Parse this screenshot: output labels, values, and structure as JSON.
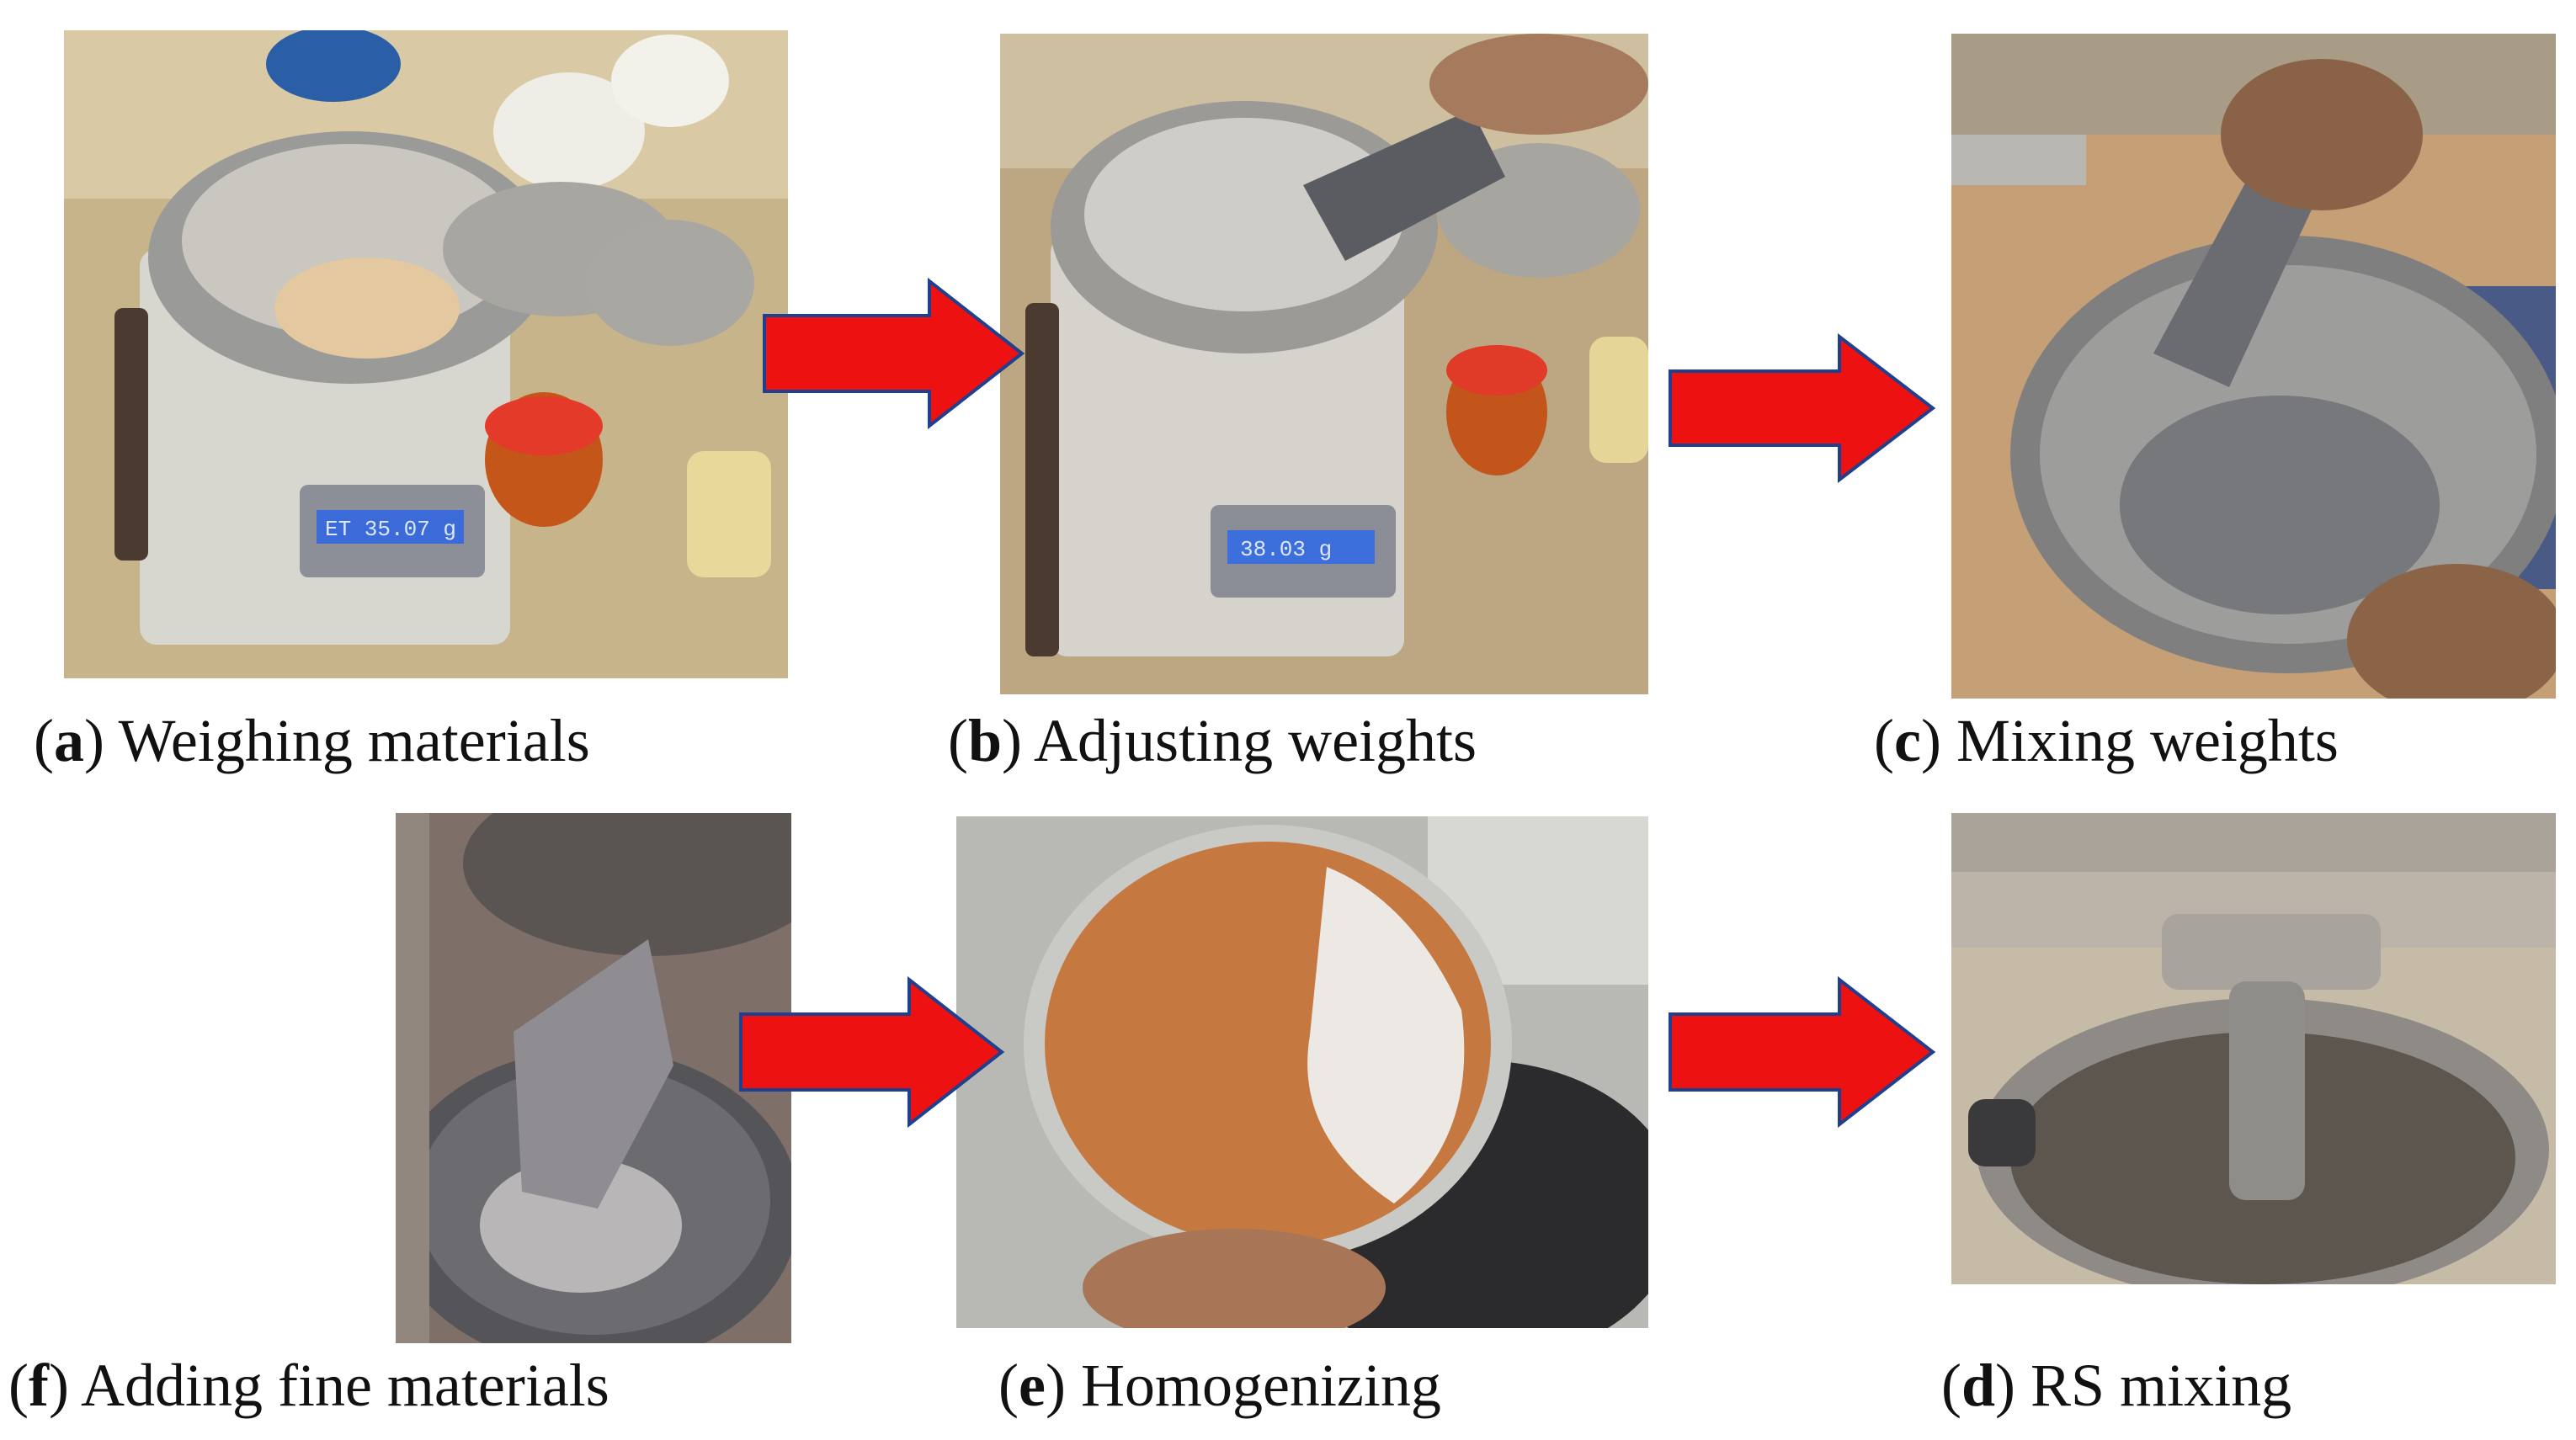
{
  "figure": {
    "panels": [
      {
        "id": "a",
        "letter": "a",
        "caption": "Weighing materials"
      },
      {
        "id": "b",
        "letter": "b",
        "caption": "Adjusting weights"
      },
      {
        "id": "c",
        "letter": "c",
        "caption": "Mixing weights"
      },
      {
        "id": "f",
        "letter": "f",
        "caption": "Adding fine materials"
      },
      {
        "id": "e",
        "letter": "e",
        "caption": "Homogenizing"
      },
      {
        "id": "d",
        "letter": "d",
        "caption": "RS mixing"
      }
    ],
    "arrow_color": "#ee1111",
    "arrow_outline_color": "#1f3f8f",
    "scale_display_a": "ET 35.07 g",
    "scale_display_b": "38.03 g"
  }
}
